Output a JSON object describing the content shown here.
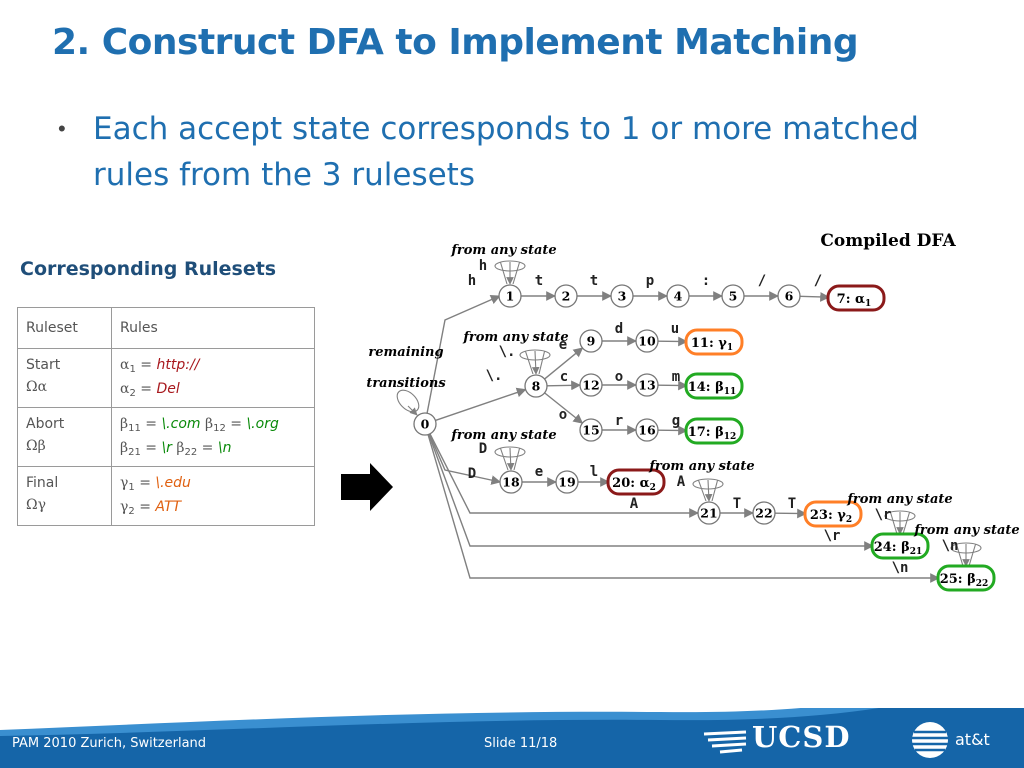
{
  "slide": {
    "title": "2. Construct DFA to Implement Matching",
    "bullet": "Each accept state corresponds to 1 or more matched rules from the 3 rulesets"
  },
  "rulesets": {
    "heading": "Corresponding Rulesets",
    "headers": [
      "Ruleset",
      "Rules"
    ],
    "rows": [
      {
        "name": "Start",
        "symbol": "Ωα",
        "rules": [
          [
            {
              "sym": "α",
              "sub": "1",
              "val": "http://",
              "color": "red"
            }
          ],
          [
            {
              "sym": "α",
              "sub": "2",
              "val": "Del",
              "color": "red"
            }
          ]
        ]
      },
      {
        "name": "Abort",
        "symbol": "Ωβ",
        "rules": [
          [
            {
              "sym": "β",
              "sub": "11",
              "val": "\\.com",
              "color": "green"
            },
            {
              "sym": "β",
              "sub": "12",
              "val": "\\.org",
              "color": "green"
            }
          ],
          [
            {
              "sym": "β",
              "sub": "21",
              "val": "\\r",
              "color": "green"
            },
            {
              "sym": "β",
              "sub": "22",
              "val": "\\n",
              "color": "green"
            }
          ]
        ]
      },
      {
        "name": "Final",
        "symbol": "Ωγ",
        "rules": [
          [
            {
              "sym": "γ",
              "sub": "1",
              "val": "\\.edu",
              "color": "orange"
            }
          ],
          [
            {
              "sym": "γ",
              "sub": "2",
              "val": "ATT",
              "color": "orange"
            }
          ]
        ]
      }
    ]
  },
  "dfa": {
    "title": "Compiled DFA",
    "annotations": {
      "from_any": "from any state",
      "remaining": "remaining",
      "transitions": "transitions"
    },
    "colors": {
      "start": "#8b1a1a",
      "final": "#ff7f27",
      "abort": "#22aa22",
      "edge": "#808080"
    },
    "nodes": [
      {
        "id": "0",
        "label": "0",
        "accept": ""
      },
      {
        "id": "1",
        "label": "1",
        "accept": ""
      },
      {
        "id": "2",
        "label": "2",
        "accept": ""
      },
      {
        "id": "3",
        "label": "3",
        "accept": ""
      },
      {
        "id": "4",
        "label": "4",
        "accept": ""
      },
      {
        "id": "5",
        "label": "5",
        "accept": ""
      },
      {
        "id": "6",
        "label": "6",
        "accept": ""
      },
      {
        "id": "7",
        "label": "7: α",
        "sub": "1",
        "accept": "start"
      },
      {
        "id": "8",
        "label": "8",
        "accept": ""
      },
      {
        "id": "9",
        "label": "9",
        "accept": ""
      },
      {
        "id": "10",
        "label": "10",
        "accept": ""
      },
      {
        "id": "11",
        "label": "11: γ",
        "sub": "1",
        "accept": "final"
      },
      {
        "id": "12",
        "label": "12",
        "accept": ""
      },
      {
        "id": "13",
        "label": "13",
        "accept": ""
      },
      {
        "id": "14",
        "label": "14: β",
        "sub": "11",
        "accept": "abort"
      },
      {
        "id": "15",
        "label": "15",
        "accept": ""
      },
      {
        "id": "16",
        "label": "16",
        "accept": ""
      },
      {
        "id": "17",
        "label": "17: β",
        "sub": "12",
        "accept": "abort"
      },
      {
        "id": "18",
        "label": "18",
        "accept": ""
      },
      {
        "id": "19",
        "label": "19",
        "accept": ""
      },
      {
        "id": "20",
        "label": "20: α",
        "sub": "2",
        "accept": "start"
      },
      {
        "id": "21",
        "label": "21",
        "accept": ""
      },
      {
        "id": "22",
        "label": "22",
        "accept": ""
      },
      {
        "id": "23",
        "label": "23: γ",
        "sub": "2",
        "accept": "final"
      },
      {
        "id": "24",
        "label": "24: β",
        "sub": "21",
        "accept": "abort"
      },
      {
        "id": "25",
        "label": "25: β",
        "sub": "22",
        "accept": "abort"
      }
    ],
    "edges": [
      {
        "from": "0",
        "to": "1",
        "label": "h"
      },
      {
        "from": "1",
        "to": "2",
        "label": "t"
      },
      {
        "from": "2",
        "to": "3",
        "label": "t"
      },
      {
        "from": "3",
        "to": "4",
        "label": "p"
      },
      {
        "from": "4",
        "to": "5",
        "label": ":"
      },
      {
        "from": "5",
        "to": "6",
        "label": "/"
      },
      {
        "from": "6",
        "to": "7",
        "label": "/"
      },
      {
        "from": "0",
        "to": "8",
        "label": "\\."
      },
      {
        "from": "8",
        "to": "9",
        "label": "e"
      },
      {
        "from": "9",
        "to": "10",
        "label": "d"
      },
      {
        "from": "10",
        "to": "11",
        "label": "u"
      },
      {
        "from": "8",
        "to": "12",
        "label": "c"
      },
      {
        "from": "12",
        "to": "13",
        "label": "o"
      },
      {
        "from": "13",
        "to": "14",
        "label": "m"
      },
      {
        "from": "8",
        "to": "15",
        "label": "o"
      },
      {
        "from": "15",
        "to": "16",
        "label": "r"
      },
      {
        "from": "16",
        "to": "17",
        "label": "g"
      },
      {
        "from": "0",
        "to": "18",
        "label": "D"
      },
      {
        "from": "18",
        "to": "19",
        "label": "e"
      },
      {
        "from": "19",
        "to": "20",
        "label": "l"
      },
      {
        "from": "0",
        "to": "21",
        "label": "A"
      },
      {
        "from": "21",
        "to": "22",
        "label": "T"
      },
      {
        "from": "22",
        "to": "23",
        "label": "T"
      },
      {
        "from": "0",
        "to": "24",
        "label": "\\r"
      },
      {
        "from": "0",
        "to": "25",
        "label": "\\n"
      }
    ],
    "any_state": [
      {
        "target": "1",
        "label": "h"
      },
      {
        "target": "8",
        "label": "\\."
      },
      {
        "target": "18",
        "label": "D"
      },
      {
        "target": "21",
        "label": "A"
      },
      {
        "target": "24",
        "label": "\\r"
      },
      {
        "target": "25",
        "label": "\\n"
      }
    ]
  },
  "footer": {
    "left": "PAM 2010 Zurich, Switzerland",
    "slide": "Slide 11/18",
    "logo_ucsd": "UCSD",
    "logo_att": "at&t",
    "colors": {
      "band": "#1565a8",
      "wave": "#3a8fd0"
    }
  }
}
